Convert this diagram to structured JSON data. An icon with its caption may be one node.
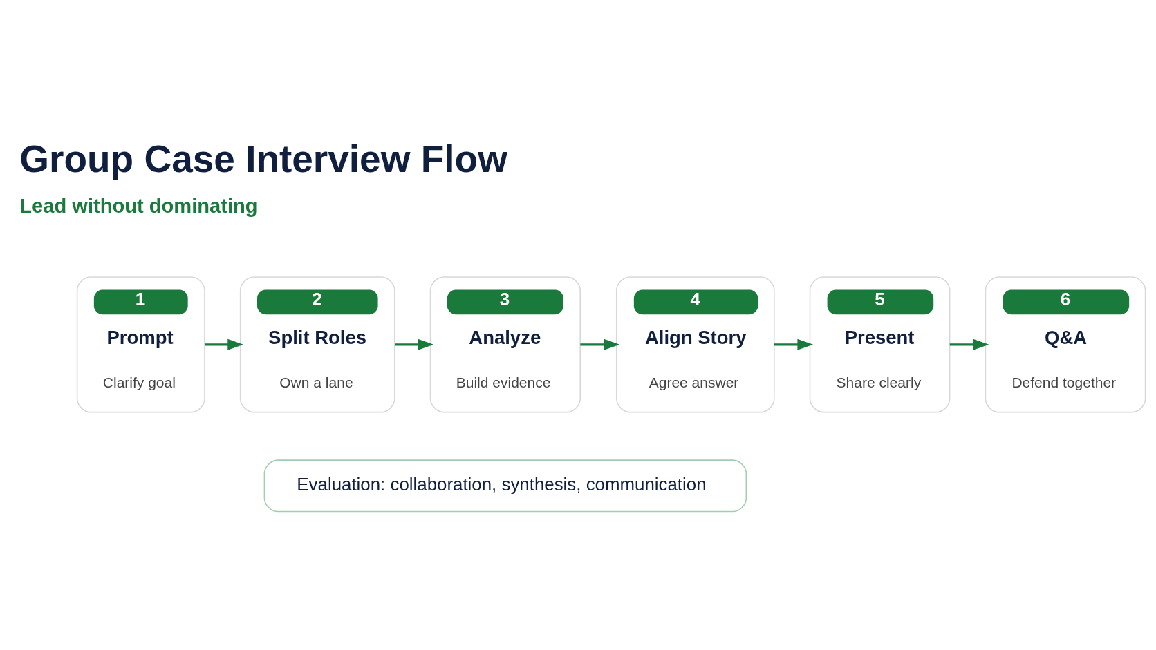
{
  "diagram": {
    "title": "Group Case Interview Flow",
    "nodes": [
      {
        "text": [
          "1",
          "Prompt",
          "Clarify goal"
        ]
      },
      {
        "text": [
          "2",
          "Split Roles",
          "Own a lane"
        ]
      },
      {
        "text": [
          "3",
          "Analyze",
          "Build evidence"
        ]
      },
      {
        "text": [
          "4",
          "Align Story",
          "Agree answer"
        ]
      },
      {
        "text": [
          "5",
          "Present",
          "Share clearly"
        ]
      },
      {
        "text": [
          "6",
          "Q&A",
          "Defend together"
        ]
      },
      {
        "text": [
          "Evaluation: collaboration, synthesis, communication"
        ]
      }
    ],
    "edges": [
      {
        "from": 0,
        "to": 1,
        "arrow": "to"
      },
      {
        "from": 1,
        "to": 2,
        "arrow": "to"
      },
      {
        "from": 2,
        "to": 3,
        "arrow": "to"
      },
      {
        "from": 3,
        "to": 4,
        "arrow": "to"
      },
      {
        "from": 4,
        "to": 5,
        "arrow": "to"
      }
    ],
    "labels": [
      "Lead without dominating"
    ]
  }
}
